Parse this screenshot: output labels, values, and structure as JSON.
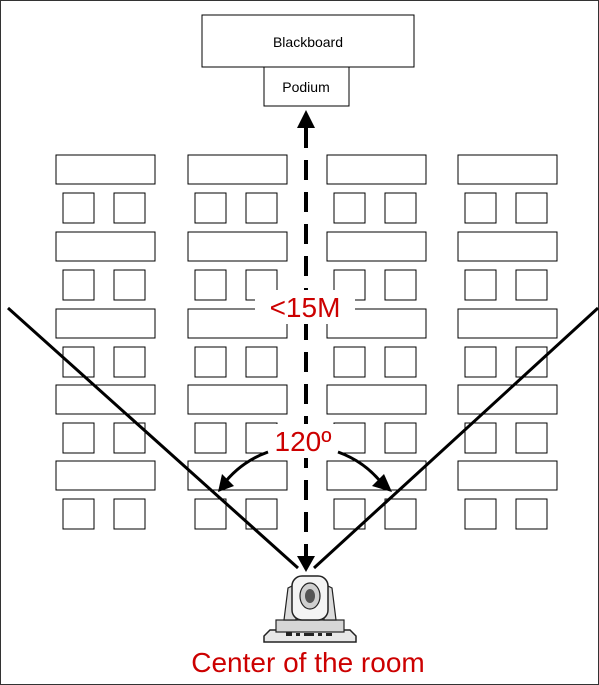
{
  "labels": {
    "blackboard": "Blackboard",
    "podium": "Podium",
    "distance": "<15M",
    "angle": "120º",
    "caption": "Center of the room"
  },
  "colors": {
    "accent": "#cc0000",
    "lines": "#000000"
  },
  "icons": {
    "camera": "ptz-camera-icon"
  }
}
